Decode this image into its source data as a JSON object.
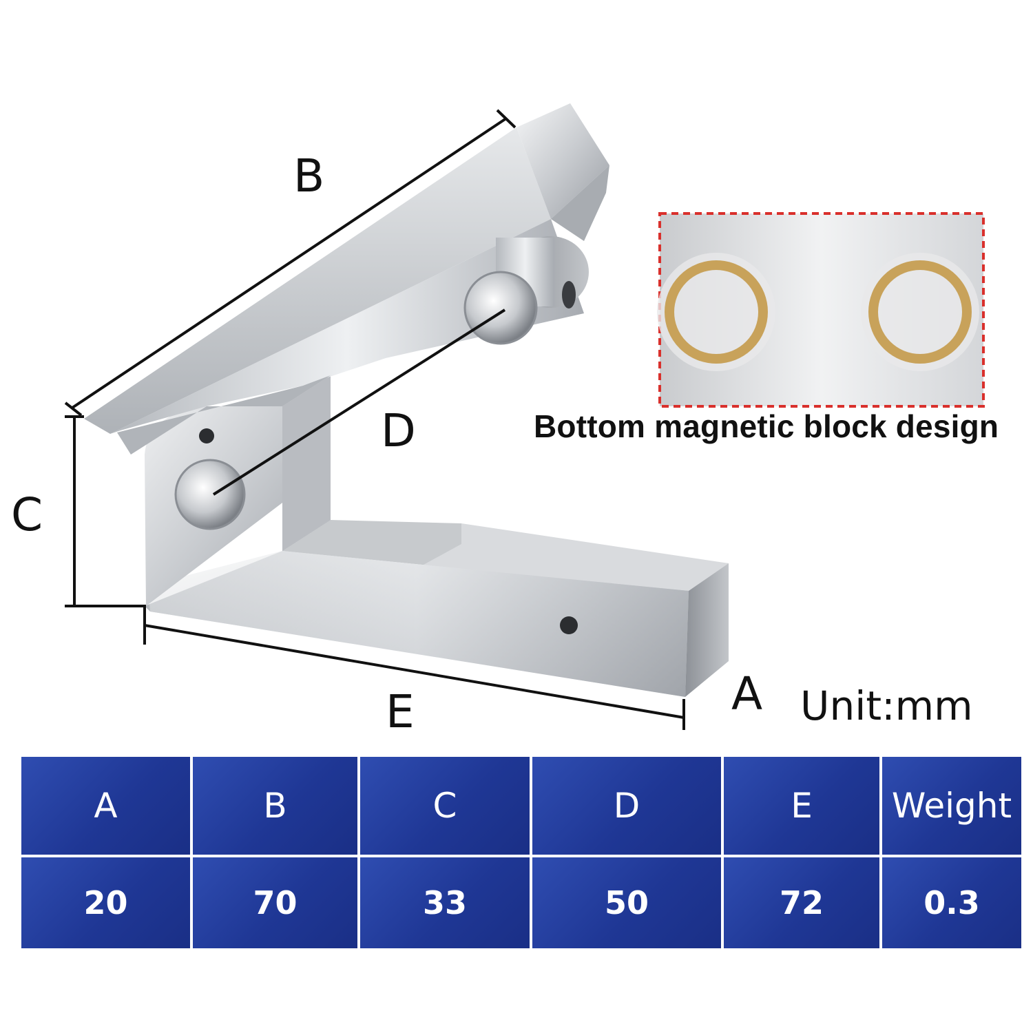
{
  "dimension_labels": {
    "a": "A",
    "b": "B",
    "c": "C",
    "d": "D",
    "e": "E"
  },
  "unit_label": "Unit:mm",
  "inset": {
    "caption": "Bottom magnetic block design",
    "frame_color": "#d9302c",
    "ring_color": "#c8a25a"
  },
  "spec_table": {
    "headers": [
      "A",
      "B",
      "C",
      "D",
      "E",
      "Weight"
    ],
    "values": [
      "20",
      "70",
      "33",
      "50",
      "72",
      "0.3"
    ],
    "cell_color": "#2340a0"
  }
}
